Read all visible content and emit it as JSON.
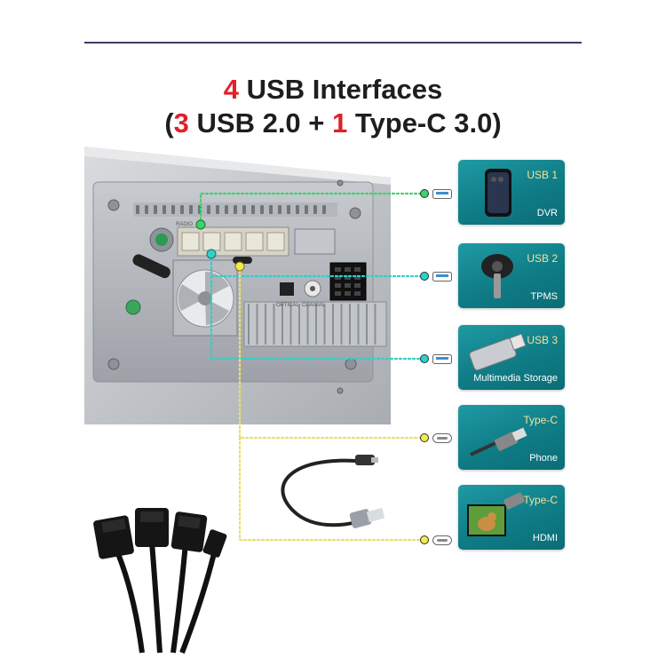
{
  "title": {
    "line1_num": "4",
    "line1_text": " USB Interfaces",
    "line2_open": "(",
    "line2_num1": "3",
    "line2_mid": " USB 2.0 + ",
    "line2_num2": "1",
    "line2_end": " Type-C 3.0)"
  },
  "cards": [
    {
      "tag": "USB 1",
      "label": "DVR",
      "icon": "phone-icon",
      "port": "usb-a"
    },
    {
      "tag": "USB 2",
      "label": "TPMS",
      "icon": "tpms-sensor-icon",
      "port": "usb-a"
    },
    {
      "tag": "USB 3",
      "label": "Multimedia Storage",
      "icon": "usb-flash-drive-icon",
      "port": "usb-a"
    },
    {
      "tag": "Type-C",
      "label": "Phone",
      "icon": "type-c-hdmi-cable-icon",
      "port": "type-c"
    },
    {
      "tag": "Type-C",
      "label": "HDMI",
      "icon": "dog-photo-icon",
      "port": "type-c"
    }
  ],
  "colors": {
    "accent_red": "#e0202a",
    "card_teal": "#13838d",
    "usb2_line": "#2fd0c8",
    "usb1_line": "#3bd46b",
    "typec_line": "#e8e06a"
  },
  "unit_labels": {
    "radio": "RADIO",
    "optical": "OPTICAL",
    "coaxial": "COAXIAL"
  }
}
